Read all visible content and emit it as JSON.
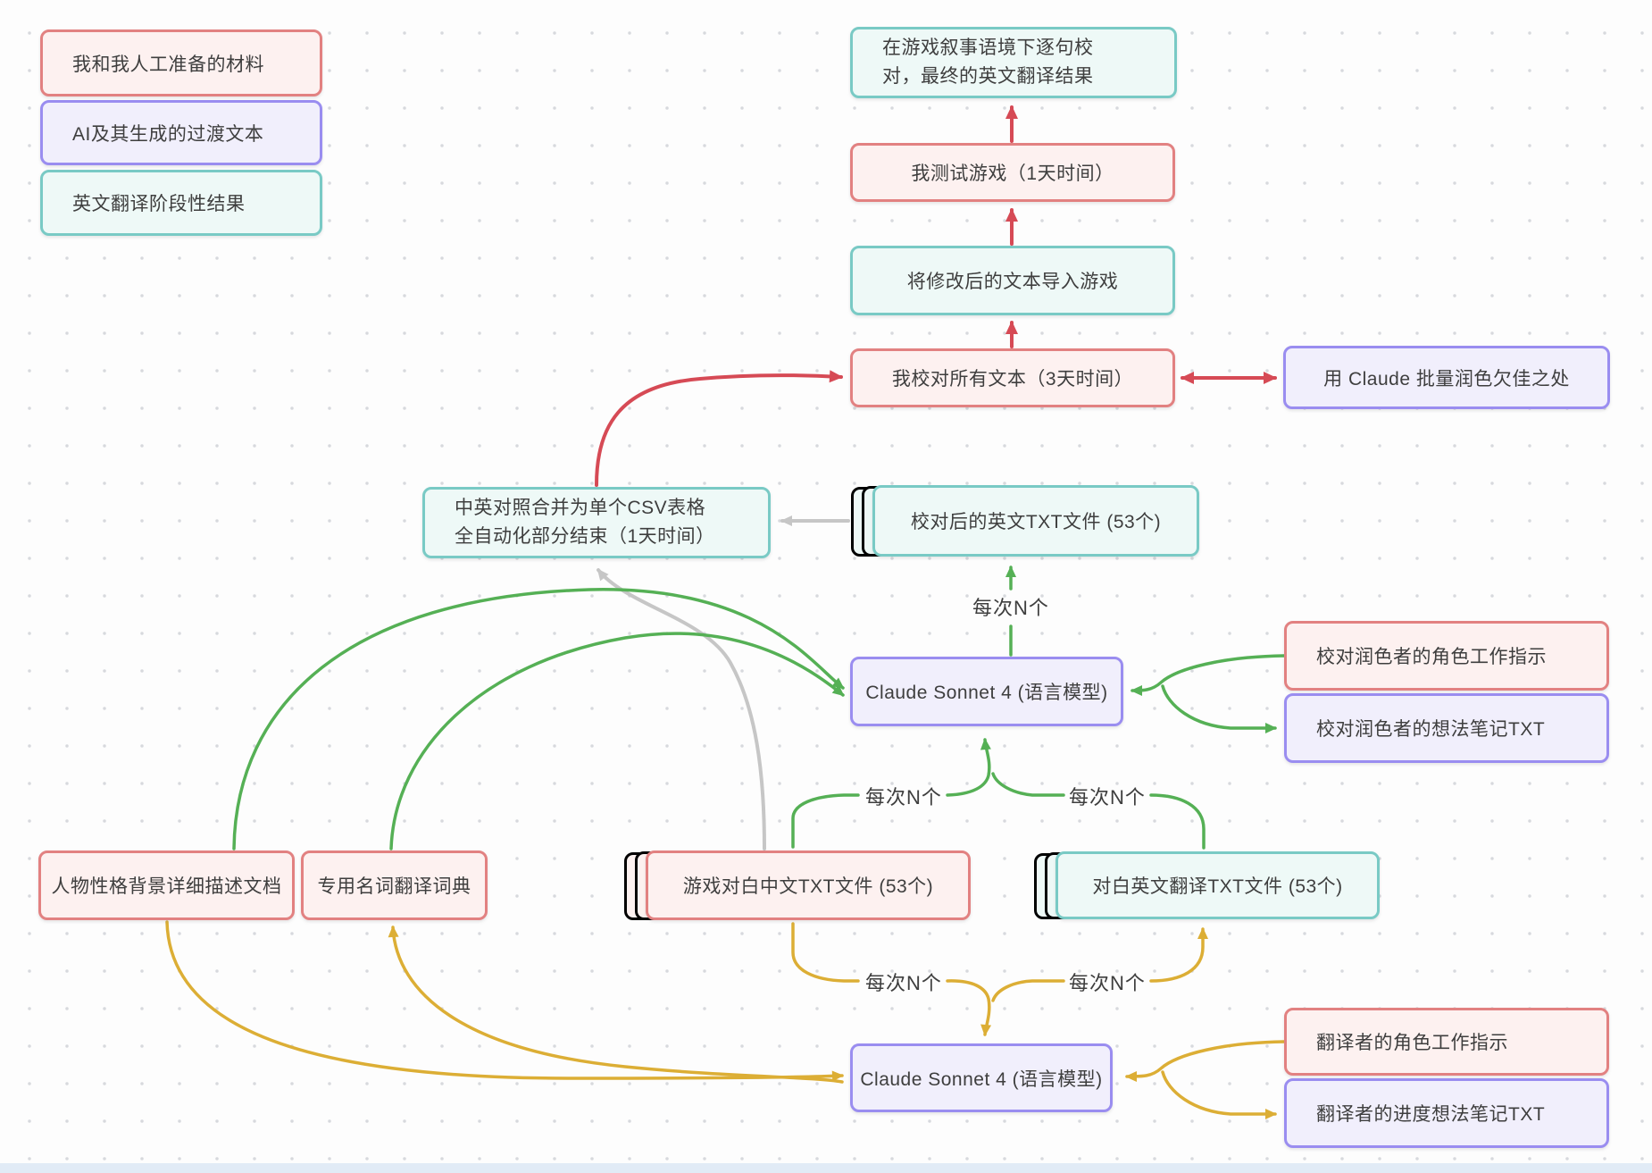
{
  "app": {
    "type": "flowchart-canvas"
  },
  "colors": {
    "red_border": "#e28181",
    "red_fill": "#fdf1f0",
    "purple_border": "#9a8df0",
    "purple_fill": "#f1effc",
    "teal_border": "#79cac5",
    "teal_fill": "#eef9f7",
    "arrow_red": "#d64a55",
    "arrow_green": "#55b055",
    "arrow_yellow": "#dcae35",
    "arrow_gray": "#c6c6c6"
  },
  "legend": {
    "items": [
      {
        "label": "我和我人工准备的材料",
        "color": "red"
      },
      {
        "label": "AI及其生成的过渡文本",
        "color": "purple"
      },
      {
        "label": "英文翻译阶段性结果",
        "color": "teal"
      }
    ]
  },
  "nodes": {
    "final_result": {
      "line1": "在游戏叙事语境下逐句校",
      "line2": "对，最终的英文翻译结果"
    },
    "test_game": {
      "label": "我测试游戏（1天时间）"
    },
    "import_game": {
      "label": "将修改后的文本导入游戏"
    },
    "proofread_all": {
      "label": "我校对所有文本（3天时间）"
    },
    "claude_polish": {
      "label": "用 Claude 批量润色欠佳之处"
    },
    "csv_merge": {
      "line1": "中英对照合并为单个CSV表格",
      "line2": "全自动化部分结束（1天时间）"
    },
    "proofread_txt": {
      "label": "校对后的英文TXT文件 (53个)"
    },
    "claude_proofreader": {
      "label": "Claude Sonnet 4 (语言模型)"
    },
    "polish_role": {
      "label": "校对润色者的角色工作指示"
    },
    "polish_notes": {
      "label": "校对润色者的想法笔记TXT"
    },
    "persona_doc": {
      "label": "人物性格背景详细描述文档"
    },
    "dictionary": {
      "label": "专用名词翻译词典"
    },
    "zh_txt": {
      "label": "游戏对白中文TXT文件 (53个)"
    },
    "en_txt": {
      "label": "对白英文翻译TXT文件 (53个)"
    },
    "claude_translator": {
      "label": "Claude Sonnet 4 (语言模型)"
    },
    "translator_role": {
      "label": "翻译者的角色工作指示"
    },
    "translator_notes": {
      "label": "翻译者的进度想法笔记TXT"
    }
  },
  "edge_labels": {
    "batch": "每次N个"
  }
}
